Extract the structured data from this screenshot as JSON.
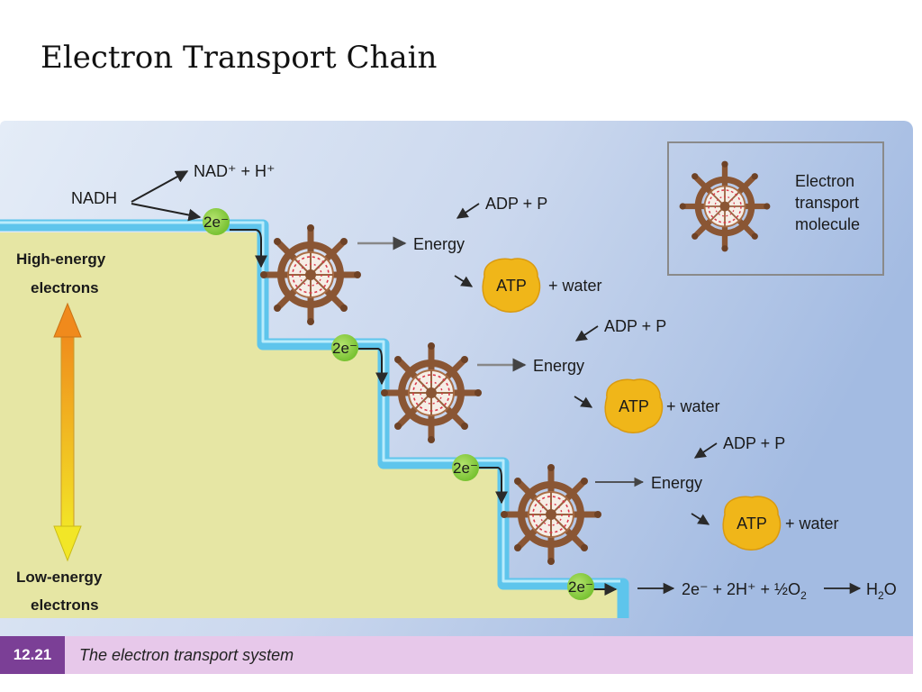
{
  "page": {
    "title": "Electron Transport Chain"
  },
  "figure": {
    "nadh": "NADH",
    "nad_h": "NAD⁺ + H⁺",
    "electron_label": "2e⁻",
    "adp_p": "ADP + P",
    "energy": "Energy",
    "atp": "ATP",
    "plus_water": "+ water",
    "high_energy": [
      "High-energy",
      "electrons"
    ],
    "low_energy": [
      "Low-energy",
      "electrons"
    ],
    "final_reaction_left": "2e⁻ + 2H⁺ + ½O",
    "final_reaction_sub": "2",
    "final_reaction_right": "H",
    "final_reaction_right_sub": "2",
    "final_reaction_right_end": "O",
    "legend": [
      "Electron",
      "transport",
      "molecule"
    ],
    "figure_number": "12.21",
    "caption": "The electron transport system"
  },
  "colors": {
    "background_left": "#dfe8f5",
    "background_right": "#a9c0e4",
    "staircase": "#e6e6a4",
    "water": "#5ec5ec",
    "electron": "#8cd141",
    "atp": "#f0b619",
    "wheel": "#8a5634",
    "arrow_top": "#f08a1c",
    "arrow_bottom": "#f2e627",
    "caption_bar": "#e7c8ea",
    "figure_number": "#7b3f96"
  }
}
